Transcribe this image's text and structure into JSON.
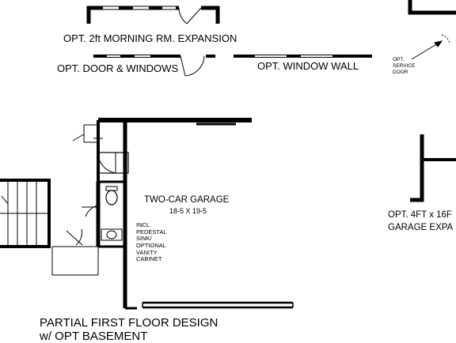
{
  "labels": {
    "morning_room": "OPT. 2ft MORNING RM. EXPANSION",
    "door_windows": "OPT. DOOR & WINDOWS",
    "window_wall": "OPT. WINDOW WALL",
    "service_door": [
      "OPT.",
      "SERVICE",
      "DOOR"
    ],
    "garage_name": "TWO-CAR GARAGE",
    "garage_size": "18-5 X 19-5",
    "sink_note": [
      "INCL.",
      "PEDESTAL",
      "SINK/",
      "OPTIONAL",
      "VANITY",
      "CABINET"
    ],
    "garage_expansion": [
      "OPT. 4FT x 16F",
      "GARAGE EXPA"
    ],
    "title": [
      "PARTIAL FIRST FLOOR DESIGN",
      "w/ OPT BASEMENT"
    ]
  },
  "colors": {
    "line": "#000000",
    "background": "#ffffff"
  }
}
